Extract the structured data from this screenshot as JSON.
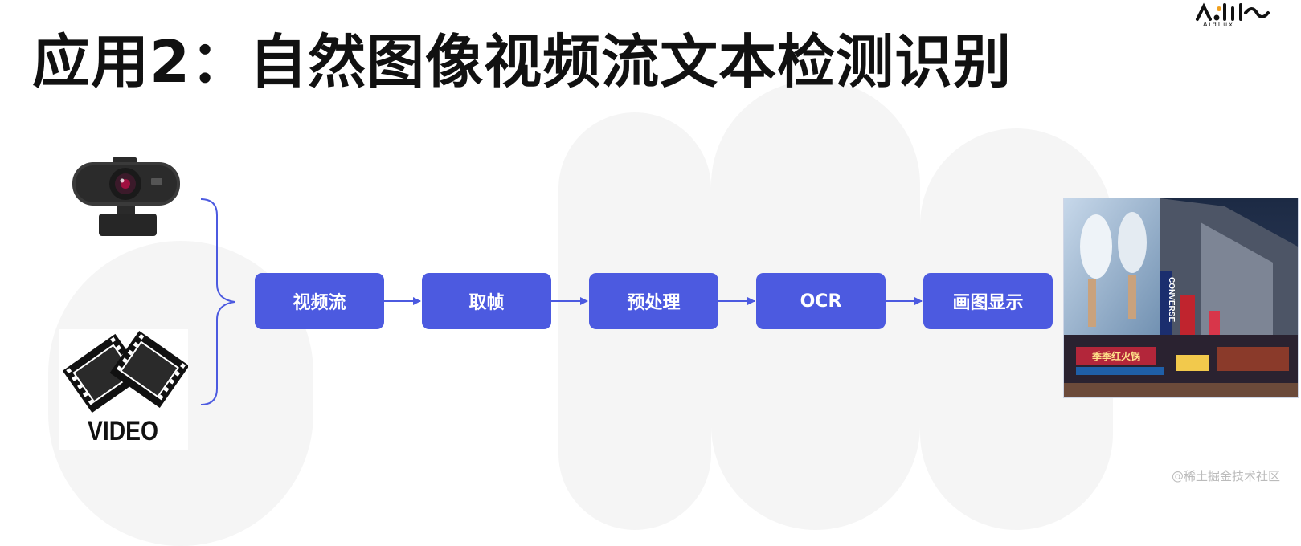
{
  "slide": {
    "title": "应用2：自然图像视频流文本检测识别",
    "logo_text": "AidLux",
    "video_label": "VIDEO",
    "watermark": "@稀土掘金技术社区"
  },
  "flow": {
    "steps": [
      {
        "label": "视频流"
      },
      {
        "label": "取帧"
      },
      {
        "label": "预处理"
      },
      {
        "label": "OCR"
      },
      {
        "label": "画图显示"
      }
    ]
  },
  "photo": {
    "sign_converse": "CONVERSE",
    "sign_shop": "季季红火锅"
  },
  "colors": {
    "flow_box": "#4c5ae0",
    "bracket": "#4c5ae0",
    "title": "#111111"
  },
  "icons": [
    "webcam-icon",
    "film-strip-icon",
    "bracket-icon",
    "arrow-right-icon",
    "logo-icon"
  ]
}
